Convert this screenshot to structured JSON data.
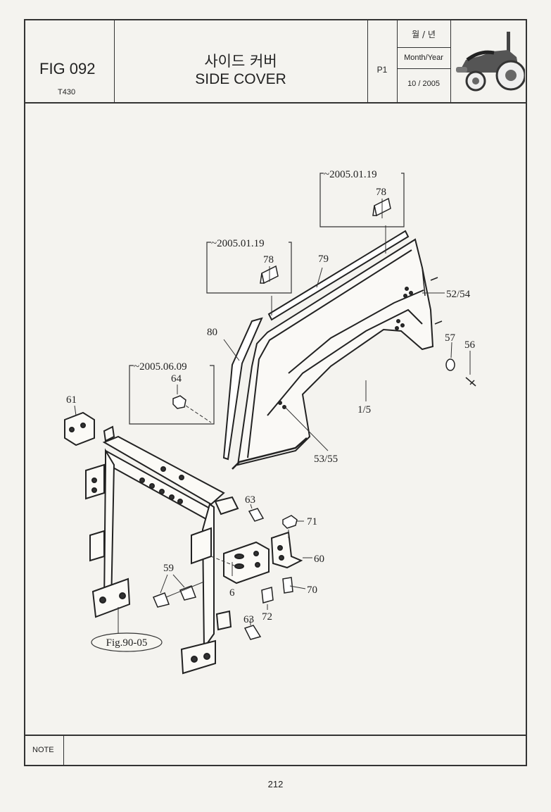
{
  "header": {
    "fig_no": "FIG 092",
    "model": "T430",
    "title_ko": "사이드 커버",
    "title_en": "SIDE COVER",
    "page_code": "P1",
    "month_year_ko": "월 / 년",
    "month_year_en": "Month/Year",
    "month_year_value": "10 / 2005"
  },
  "diagram": {
    "callouts": {
      "c78a": "78",
      "c78b": "78",
      "c79": "79",
      "c80": "80",
      "c52": "52/54",
      "c57": "57",
      "c56": "56",
      "c15": "1/5",
      "c5355": "53/55",
      "c64": "64",
      "c61": "61",
      "c63a": "63",
      "c71": "71",
      "c60": "60",
      "c59": "59",
      "c6": "6",
      "c70": "70",
      "c72": "72",
      "c63b": "63",
      "fig_ref": "Fig.90-05"
    },
    "dates": {
      "d1": "~2005.01.19",
      "d2": "~2005.01.19",
      "d3": "~2005.06.09"
    }
  },
  "footer": {
    "note_label": "NOTE",
    "page_number": "212"
  }
}
